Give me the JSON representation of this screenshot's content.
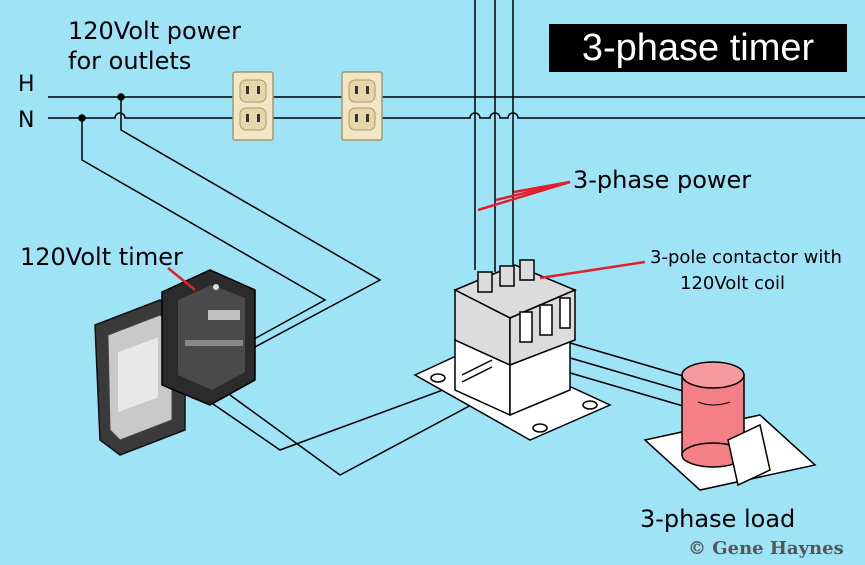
{
  "title": "3-phase timer",
  "labels": {
    "outlet_power_line1": "120Volt power",
    "outlet_power_line2": "for outlets",
    "hot": "H",
    "neutral": "N",
    "three_phase_power": "3-phase power",
    "contactor_line1": "3-pole contactor with",
    "contactor_line2": "120Volt coil",
    "timer": "120Volt timer",
    "load": "3-phase load",
    "copyright": "© Gene Haynes"
  },
  "colors": {
    "background": "#9fe3f7",
    "wire": "#000000",
    "pointer": "#e0202a",
    "outlet": "#f2e6c4",
    "motor": "#f47f86",
    "contactor": "#dcdcdc"
  }
}
